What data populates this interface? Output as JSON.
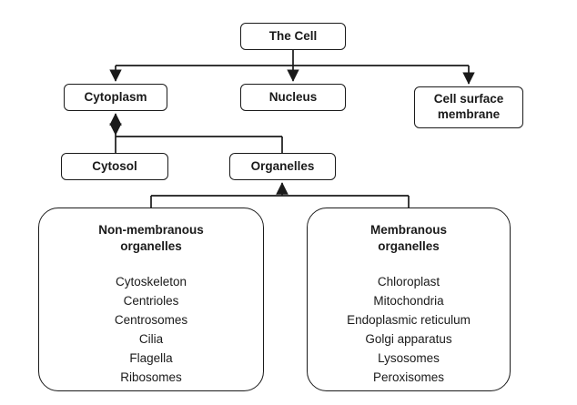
{
  "diagram": {
    "cell": "The Cell",
    "cytoplasm": "Cytoplasm",
    "nucleus": "Nucleus",
    "membrane": "Cell surface membrane",
    "cytosol": "Cytosol",
    "organelles": "Organelles",
    "non_membranous": {
      "title": "Non-membranous organelles",
      "items": [
        "Cytoskeleton",
        "Centrioles",
        "Centrosomes",
        "Cilia",
        "Flagella",
        "Ribosomes"
      ]
    },
    "membranous": {
      "title": "Membranous organelles",
      "items": [
        "Chloroplast",
        "Mitochondria",
        "Endoplasmic reticulum",
        "Golgi apparatus",
        "Lysosomes",
        "Peroxisomes"
      ]
    },
    "colors": {
      "border": "#1a1a1a",
      "background": "#ffffff",
      "text": "#1a1a1a"
    }
  }
}
